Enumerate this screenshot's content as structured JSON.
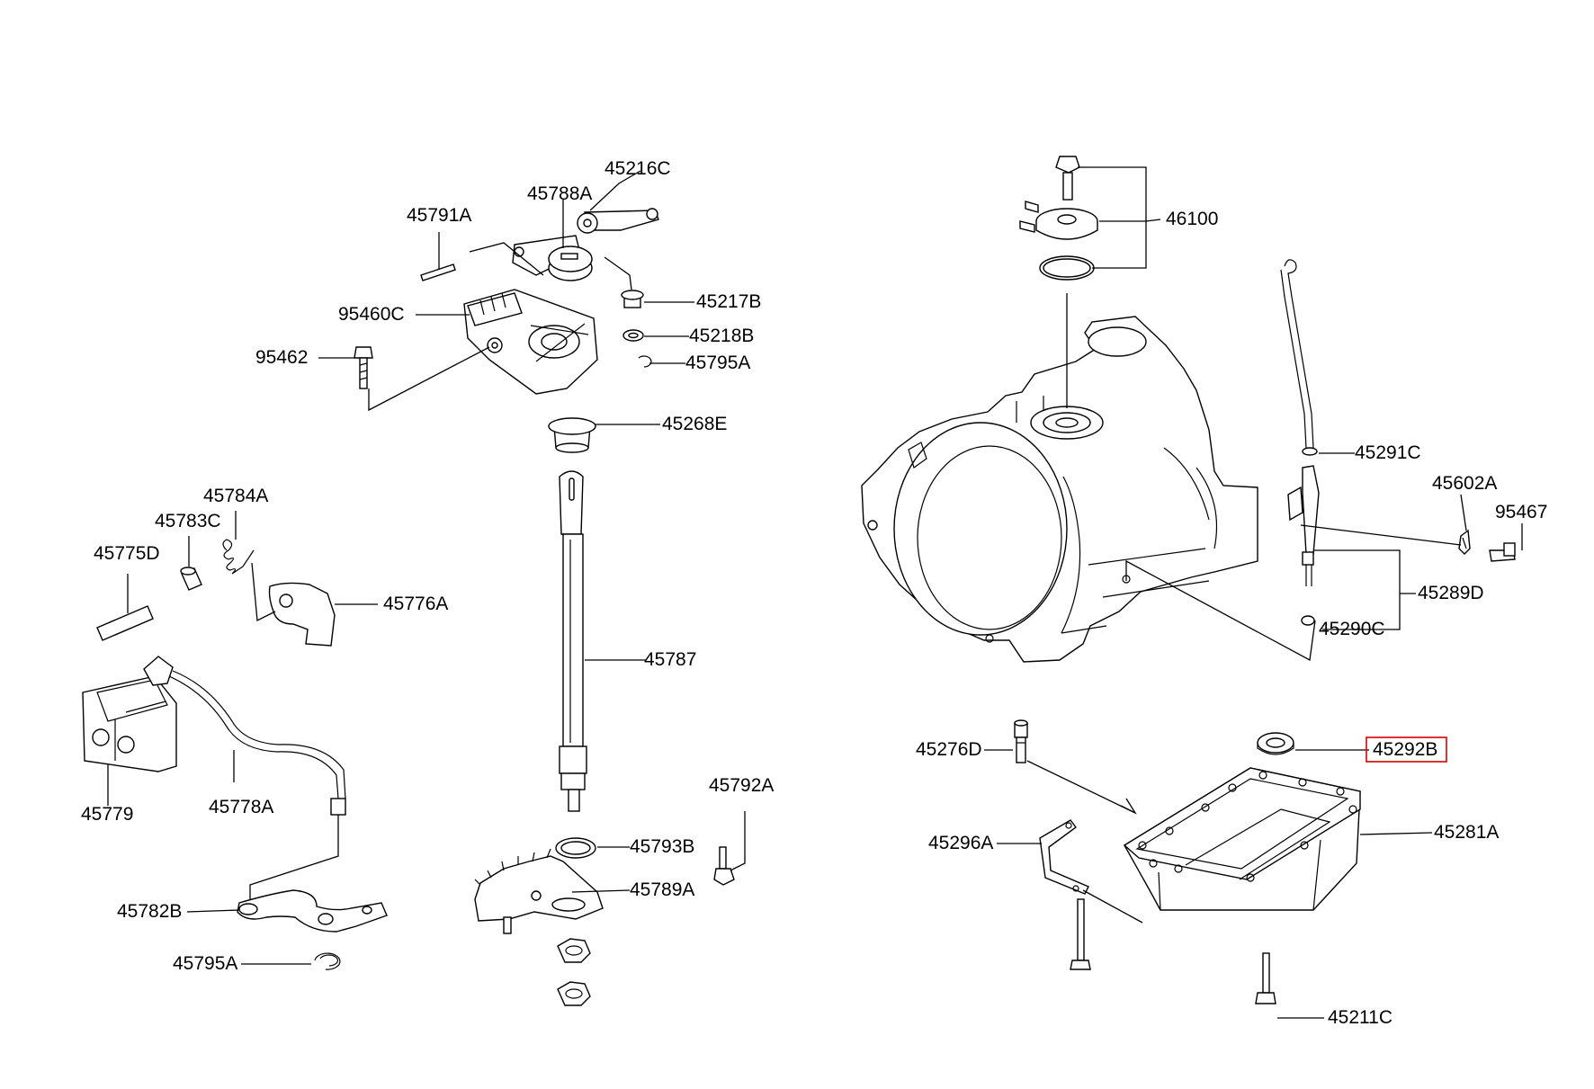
{
  "labels": {
    "p45216C": "45216C",
    "p45788A": "45788A",
    "p45791A": "45791A",
    "p95460C": "95460C",
    "p45217B": "45217B",
    "p95462": "95462",
    "p45218B": "45218B",
    "p45795A_top": "45795A",
    "p45268E": "45268E",
    "p45784A": "45784A",
    "p45783C": "45783C",
    "p45775D": "45775D",
    "p45776A": "45776A",
    "p45787": "45787",
    "p45779": "45779",
    "p45778A": "45778A",
    "p45792A": "45792A",
    "p45793B": "45793B",
    "p45789A": "45789A",
    "p45782B": "45782B",
    "p45795A_bottom": "45795A",
    "p46100": "46100",
    "p45291C": "45291C",
    "p45602A": "45602A",
    "p95467": "95467",
    "p45289D": "45289D",
    "p45290C": "45290C",
    "p45276D": "45276D",
    "p45292B": "45292B",
    "p45296A": "45296A",
    "p45281A": "45281A",
    "p45211C": "45211C"
  },
  "highlight": {
    "part": "45292B",
    "color": "#d40000"
  }
}
